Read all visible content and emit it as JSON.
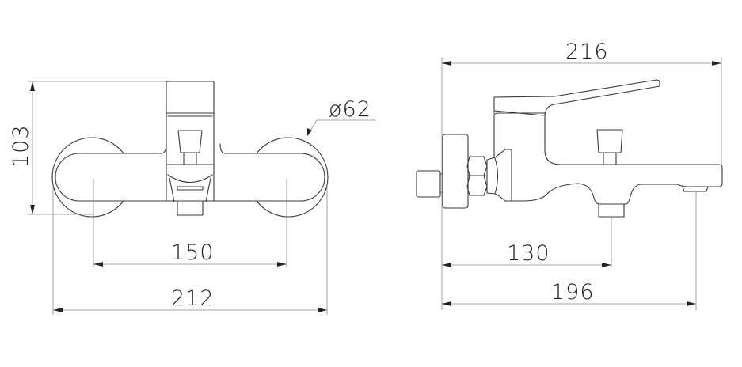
{
  "drawing": {
    "front_view": {
      "height_dim": "103",
      "diameter_dim": "ø62",
      "inner_width_dim": "150",
      "outer_width_dim": "212"
    },
    "side_view": {
      "overall_width_dim": "216",
      "outlet_dim": "130",
      "spout_dim": "196"
    },
    "colors": {
      "line": "#3a3a3a",
      "dimension_line": "#8a8a8a",
      "text": "#222222",
      "background": "#ffffff"
    }
  }
}
